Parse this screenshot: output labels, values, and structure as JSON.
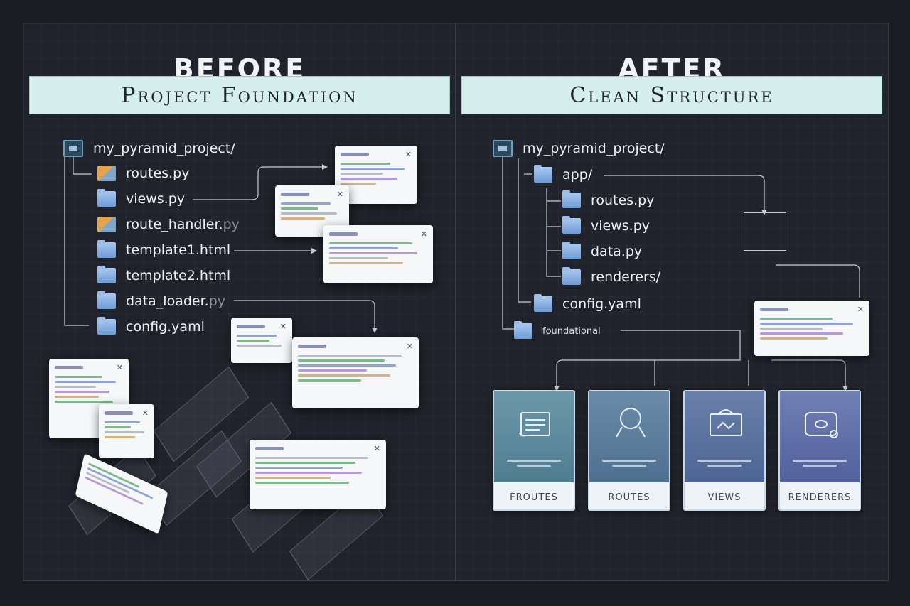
{
  "before": {
    "heading": "BEFORE",
    "banner": "Project Foundation",
    "root": "my_pyramid_project/",
    "files": [
      {
        "name": "routes.py",
        "dim": ""
      },
      {
        "name": "views.py",
        "dim": ""
      },
      {
        "name": "route_handler.",
        "dim": "py"
      },
      {
        "name": "template1.html",
        "dim": ""
      },
      {
        "name": "template2.html",
        "dim": ""
      },
      {
        "name": "data_loader.",
        "dim": "py"
      },
      {
        "name": "config.yaml",
        "dim": ""
      }
    ]
  },
  "after": {
    "heading": "AFTER",
    "banner": "Clean Structure",
    "root": "my_pyramid_project/",
    "app": "app/",
    "app_files": [
      "routes.py",
      "views.py",
      "data.py",
      "renderers/"
    ],
    "config": "config.yaml",
    "extra": "foundational",
    "tiles": [
      "FROUTES",
      "ROUTES",
      "VIEWS",
      "RENDERERS"
    ]
  },
  "colors": {
    "background": "#1b1d24",
    "banner": "#d4efec",
    "folder": "#8fb2e4"
  },
  "icons": [
    "folder-icon",
    "python-file-icon",
    "close-icon",
    "document-icon",
    "person-icon",
    "image-icon",
    "camera-icon"
  ]
}
